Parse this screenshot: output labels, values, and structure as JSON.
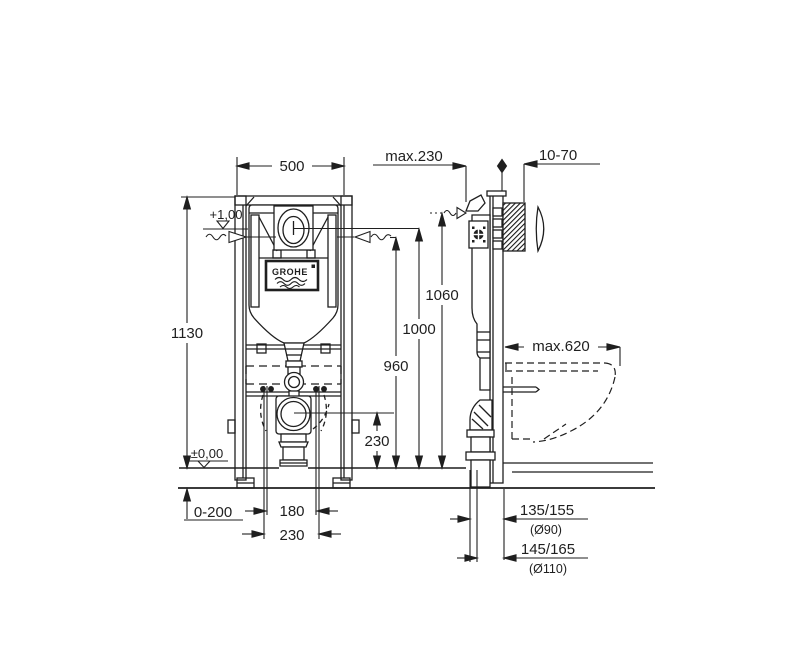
{
  "drawing": {
    "brand": "GROHE",
    "labels": {
      "width_top": "500",
      "depth_max": "max.230",
      "plate_range": "10-70",
      "height_total": "1130",
      "level_plus": "+1,00",
      "level_zero": "±0,00",
      "h1060": "1060",
      "h1000": "1000",
      "h960": "960",
      "h230": "230",
      "floor_adjust": "0-200",
      "spacing_180": "180",
      "spacing_230": "230",
      "bowl_max": "max.620",
      "drain_a": "135/155",
      "drain_a_dia": "(Ø90)",
      "drain_b": "145/165",
      "drain_b_dia": "(Ø110)"
    }
  }
}
